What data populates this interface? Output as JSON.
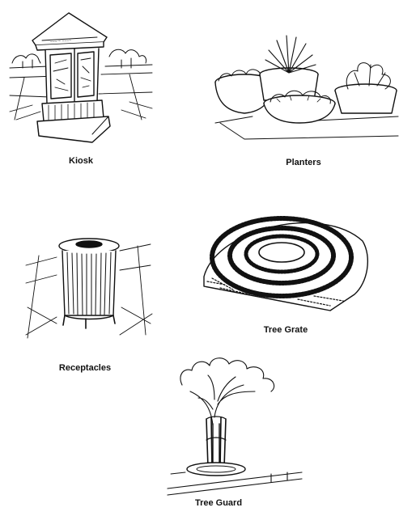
{
  "items": [
    {
      "label": "Kiosk"
    },
    {
      "label": "Planters"
    },
    {
      "label": "Receptacles"
    },
    {
      "label": "Tree Grate"
    },
    {
      "label": "Tree Guard"
    }
  ]
}
